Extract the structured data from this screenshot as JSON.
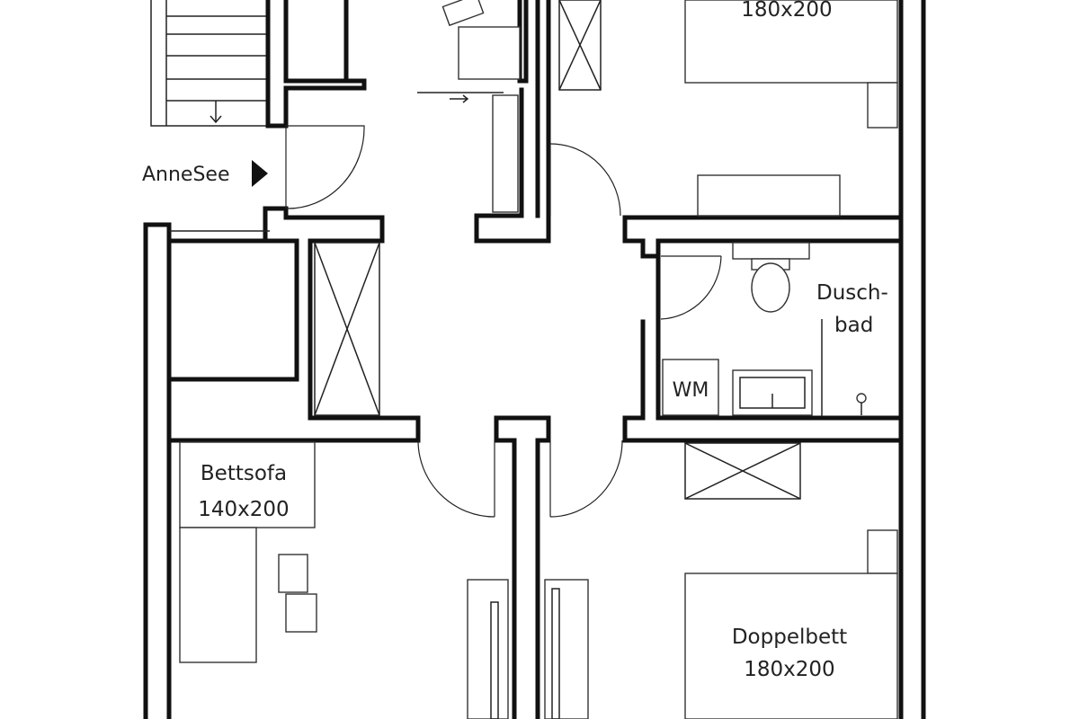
{
  "plan": {
    "labels": {
      "bed_top_size": "180x200",
      "entrance": "AnneSee",
      "bathroom_line1": "Dusch-",
      "bathroom_line2": "bad",
      "washing_machine": "WM",
      "sofabed_name": "Bettsofa",
      "sofabed_size": "140x200",
      "double_bed_name": "Doppelbett",
      "double_bed_size": "180x200"
    },
    "icons": {
      "entrance_arrow": "triangle-right-icon",
      "stair_arrow": "arrow-down-icon"
    },
    "colors": {
      "wall": "#111111",
      "background": "#ffffff"
    }
  }
}
